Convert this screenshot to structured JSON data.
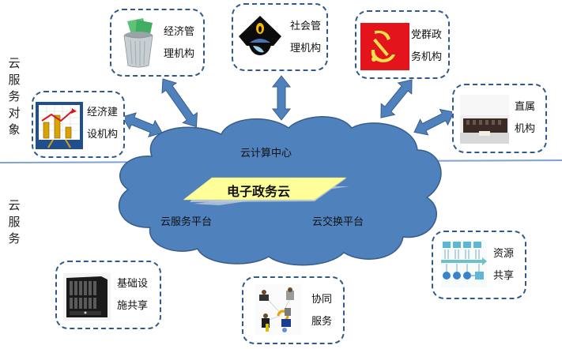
{
  "sections": {
    "cloud_service_objects": {
      "label": "云服务对象",
      "chars": [
        "云",
        "服",
        "务",
        "对",
        "象"
      ]
    },
    "cloud_services": {
      "label": "云服务",
      "chars": [
        "云",
        "服",
        "务"
      ]
    }
  },
  "cloud": {
    "center_label": "电子政务云",
    "top_label": "云计算中心",
    "left_label": "云服务平台",
    "right_label": "云交换平台",
    "fill_color": "#4f81bd",
    "stroke_color": "#385d8a",
    "plate_color": "#ffff99"
  },
  "objects": [
    {
      "id": "econ-construction",
      "line1": "经济建",
      "line2": "设机构",
      "icon": "bar-chart-icon"
    },
    {
      "id": "econ-management",
      "line1": "经济管",
      "line2": "理机构",
      "icon": "money-bin-icon"
    },
    {
      "id": "social-management",
      "line1": "社会管",
      "line2": "理机构",
      "icon": "police-cap-icon"
    },
    {
      "id": "party-affairs",
      "line1": "党群政",
      "line2": "务机构",
      "icon": "party-flag-icon"
    },
    {
      "id": "direct-affiliates",
      "line1": "直属",
      "line2": "机构",
      "icon": "office-photo-icon"
    }
  ],
  "services": [
    {
      "id": "infrastructure-sharing",
      "line1": "基础设",
      "line2": "施共享",
      "icon": "server-rack-icon"
    },
    {
      "id": "collaborative-service",
      "line1": "协同",
      "line2": "服务",
      "icon": "collaboration-icon"
    },
    {
      "id": "resource-sharing",
      "line1": "资源",
      "line2": "共享",
      "icon": "network-topology-icon"
    }
  ],
  "colors": {
    "dash_border": "#2f5b8c",
    "arrow_fill": "#4f81bd",
    "divider": "#7fa3cf",
    "flag_red": "#e3141b",
    "flag_yellow": "#f4e04d"
  }
}
